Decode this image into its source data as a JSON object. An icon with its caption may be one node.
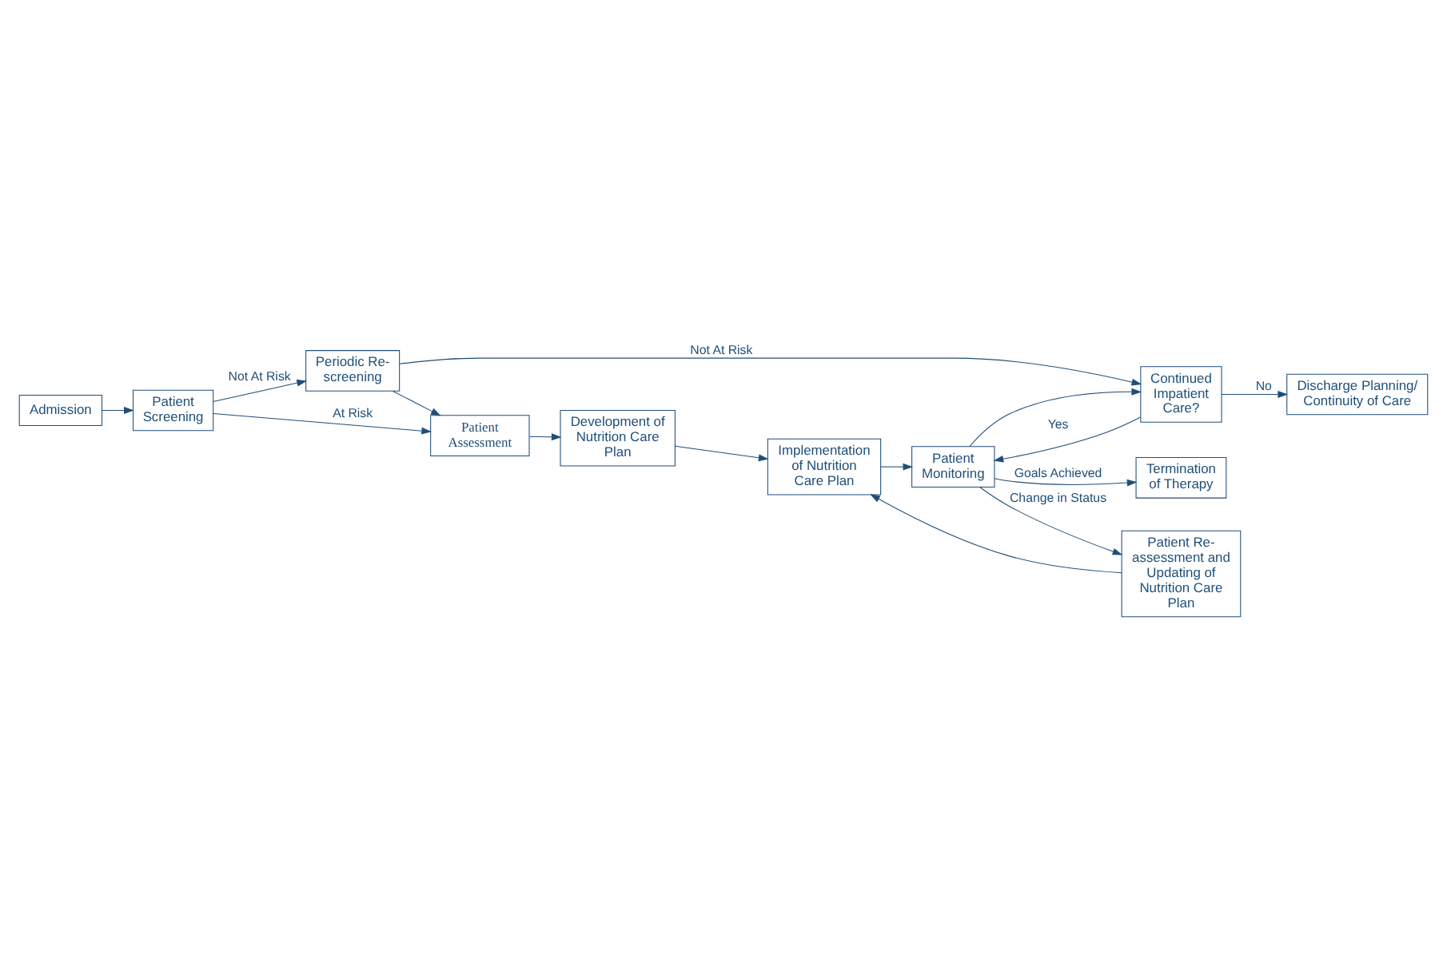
{
  "diagram": {
    "nodes": [
      {
        "text": [
          "Admission"
        ]
      },
      {
        "text": [
          "Patient Screening"
        ]
      },
      {
        "text": [
          "Periodic Re-screening"
        ]
      },
      {
        "text": [
          "Patient Assessment"
        ]
      },
      {
        "text": [
          "Development of Nutrition Care Plan"
        ]
      },
      {
        "text": [
          "Implementation of Nutrition Care Plan"
        ]
      },
      {
        "text": [
          "Continued Impatient Care?"
        ]
      },
      {
        "text": [
          "Discharge Planning/ Continuity of Care"
        ]
      },
      {
        "text": [
          "Patient Monitoring"
        ]
      },
      {
        "text": [
          "Patient Re-assessment and Updating of Nutrition Care Plan"
        ]
      },
      {
        "text": [
          "Termination of Therapy"
        ]
      }
    ],
    "edges": [
      {
        "from": 0,
        "to": 1,
        "arrow": "to"
      },
      {
        "from": 1,
        "to": 2,
        "arrow": "to",
        "label": "Not At Risk"
      },
      {
        "from": 1,
        "to": 3,
        "arrow": "to",
        "label": "At Risk"
      },
      {
        "from": 2,
        "to": 3,
        "arrow": "to"
      },
      {
        "from": 2,
        "to": 6,
        "arrow": "to",
        "label": "Not At Risk"
      },
      {
        "from": 3,
        "to": 4,
        "arrow": "to"
      },
      {
        "from": 4,
        "to": 5,
        "arrow": "to"
      },
      {
        "from": 5,
        "to": 8,
        "arrow": "to"
      },
      {
        "from": 6,
        "to": 8,
        "arrow": "to",
        "label": "Yes"
      },
      {
        "from": 6,
        "to": 7,
        "arrow": "to",
        "label": "No"
      },
      {
        "from": 8,
        "to": 6,
        "arrow": "to"
      },
      {
        "from": 8,
        "to": 10,
        "arrow": "to",
        "label": "Goals Achieved"
      },
      {
        "from": 8,
        "to": 9,
        "arrow": "to",
        "label": "Change in Status"
      },
      {
        "from": 9,
        "to": 5,
        "arrow": "to"
      }
    ]
  }
}
